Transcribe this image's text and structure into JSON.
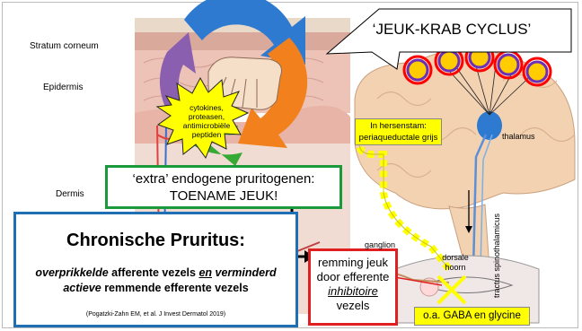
{
  "callout_title": "‘JEUK-KRAB CYCLUS’",
  "skin_labels": {
    "stratum_corneum": "Stratum corneum",
    "epidermis": "Epidermis",
    "dermis": "Dermis"
  },
  "starburst_lines": [
    "cytokines,",
    "proteasen,",
    "antimicrobiële",
    "peptiden"
  ],
  "green_box": {
    "line1": "‘extra’ endogene pruritogenen:",
    "line2": "TOENAME JEUK!"
  },
  "blue_box": {
    "title": "Chronische Pruritus:",
    "line1_a": "overprikkelde",
    "line1_b": " afferente vezels ",
    "line1_c": "en",
    "line1_d": " verminderd",
    "line2_a": "actieve",
    "line2_b": " remmende efferente vezels",
    "citation": "(Pogatzki-Zahn EM, et al. J Invest Dermatol 2019)"
  },
  "red_box": {
    "line1": "remming jeuk",
    "line2": "door efferente",
    "line3": "inhibitoire",
    "line4": "vezels"
  },
  "brain_labels": {
    "hersenstam_line1": "In hersenstam:",
    "hersenstam_line2": "periaqueductale grijs",
    "thalamus": "thalamus",
    "tract": "tractus spinothalamicus",
    "ganglion": "ganglion",
    "dorsale_line1": "dorsale",
    "dorsale_line2": "hoorn",
    "gaba": "o.a. GABA en glycine"
  },
  "colors": {
    "green": "#1a9a3a",
    "blue": "#1f6fb5",
    "red": "#e02020",
    "yellow": "#ffff00",
    "arrow_blue": "#2e7ad1",
    "arrow_orange": "#f2811d",
    "arrow_green": "#37a935",
    "brain": "#f3d2b2",
    "skin": "#e9c0b2"
  }
}
